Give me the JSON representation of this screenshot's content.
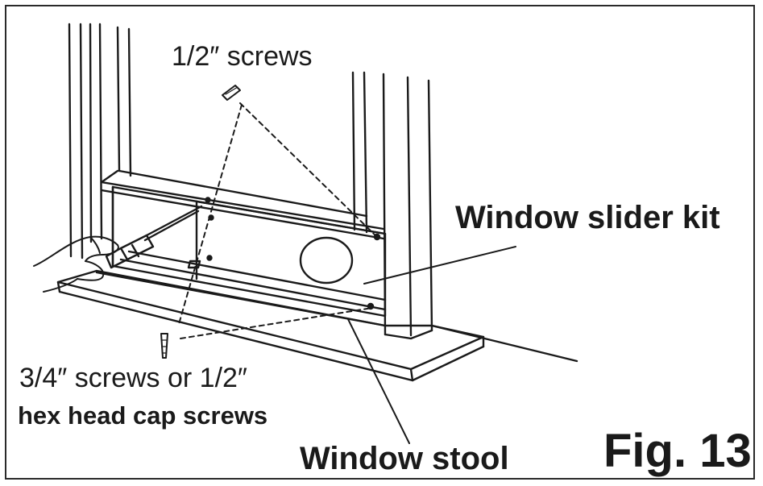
{
  "labels": {
    "top_screws": "1/2″ screws",
    "bottom_screws_line1": "3/4″ screws or 1/2″",
    "bottom_screws_line2": "hex head cap screws",
    "slider_kit": "Window slider kit",
    "stool": "Window stool",
    "figure": "Fig. 13"
  },
  "colors": {
    "line": "#1a1a1a",
    "background": "#ffffff"
  }
}
